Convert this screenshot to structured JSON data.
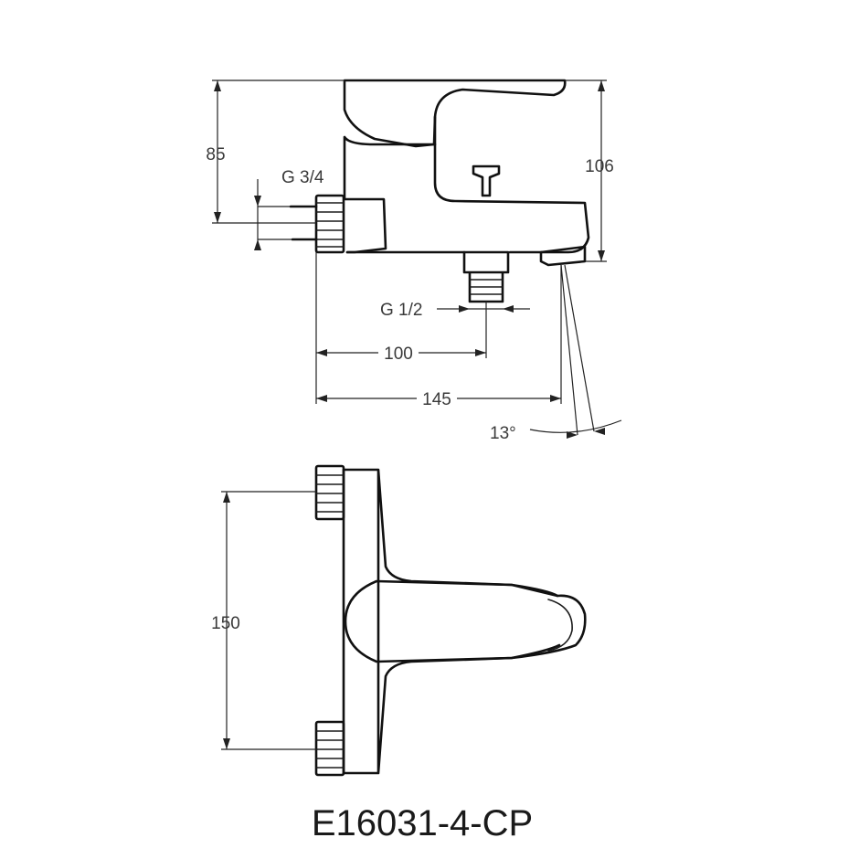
{
  "dimensions": {
    "height_inlet": "85",
    "thread_inlet": "G 3/4",
    "height_total": "106",
    "thread_outlet": "G 1/2",
    "length_outlet": "100",
    "length_spout": "145",
    "angle_spout": "13°",
    "spacing_inlets": "150"
  },
  "model_number": "E16031-4-CP"
}
